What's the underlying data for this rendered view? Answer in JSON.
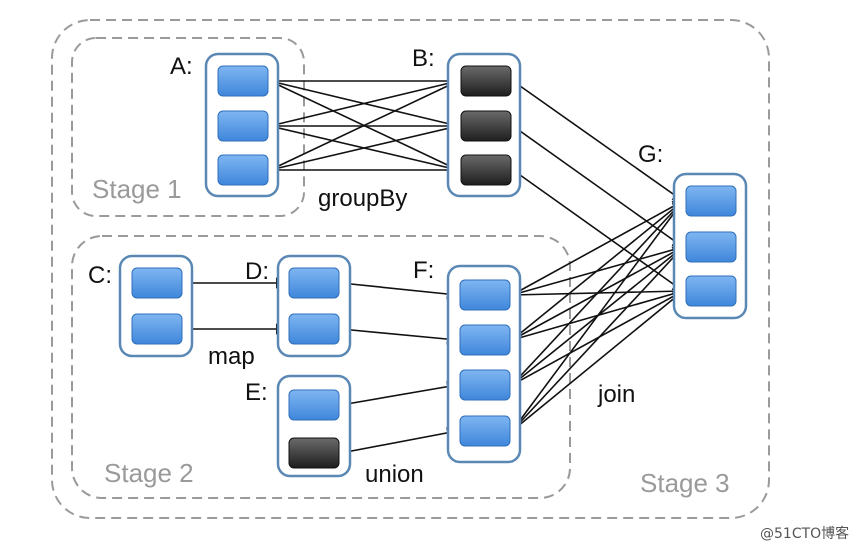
{
  "diagram": {
    "stages": [
      {
        "id": "stage1",
        "label": "Stage 1"
      },
      {
        "id": "stage2",
        "label": "Stage 2"
      },
      {
        "id": "stage3",
        "label": "Stage 3"
      }
    ],
    "rdds": [
      {
        "id": "A",
        "label": "A:",
        "partitions": [
          "blue",
          "blue",
          "blue"
        ]
      },
      {
        "id": "B",
        "label": "B:",
        "partitions": [
          "dark",
          "dark",
          "dark"
        ]
      },
      {
        "id": "C",
        "label": "C:",
        "partitions": [
          "blue",
          "blue"
        ]
      },
      {
        "id": "D",
        "label": "D:",
        "partitions": [
          "blue",
          "blue"
        ]
      },
      {
        "id": "E",
        "label": "E:",
        "partitions": [
          "blue",
          "dark"
        ]
      },
      {
        "id": "F",
        "label": "F:",
        "partitions": [
          "blue",
          "blue",
          "blue",
          "blue"
        ]
      },
      {
        "id": "G",
        "label": "G:",
        "partitions": [
          "blue",
          "blue",
          "blue"
        ]
      }
    ],
    "operations": {
      "groupBy": "groupBy",
      "map": "map",
      "union": "union",
      "join": "join"
    },
    "colors": {
      "partition_blue": "#4f94e3",
      "partition_dark": "#333333",
      "rdd_border": "#5a88b5",
      "stage_border": "#9a9a9a"
    }
  },
  "watermark": "@51CTO博客"
}
